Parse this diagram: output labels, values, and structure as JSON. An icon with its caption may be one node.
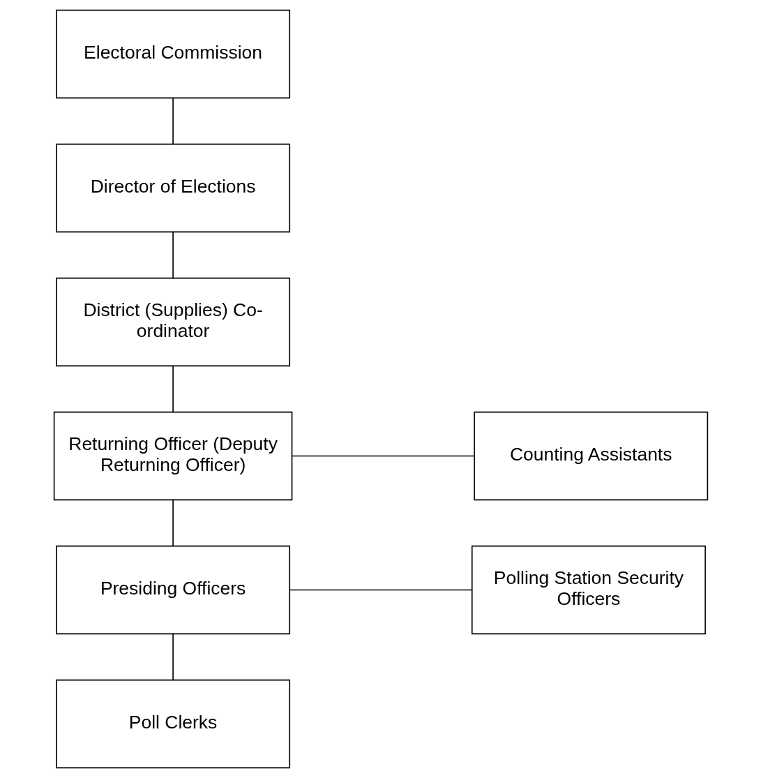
{
  "diagram": {
    "nodes": [
      {
        "text": [
          "Electoral Commission"
        ]
      },
      {
        "text": [
          "Director of Elections"
        ]
      },
      {
        "text": [
          "District (Supplies) Co-ordinator"
        ]
      },
      {
        "text": [
          "Returning Officer (Deputy Returning Officer)"
        ]
      },
      {
        "text": [
          "Counting Assistants"
        ]
      },
      {
        "text": [
          "Presiding Officers"
        ]
      },
      {
        "text": [
          "Polling Station Security Officers"
        ]
      },
      {
        "text": [
          "Poll Clerks"
        ]
      }
    ],
    "edges": [
      {
        "from": 0,
        "to": 1,
        "arrow": "none"
      },
      {
        "from": 1,
        "to": 2,
        "arrow": "none"
      },
      {
        "from": 2,
        "to": 3,
        "arrow": "none"
      },
      {
        "from": 3,
        "to": 4,
        "arrow": "none"
      },
      {
        "from": 3,
        "to": 5,
        "arrow": "none"
      },
      {
        "from": 5,
        "to": 6,
        "arrow": "none"
      },
      {
        "from": 5,
        "to": 7,
        "arrow": "none"
      }
    ]
  }
}
